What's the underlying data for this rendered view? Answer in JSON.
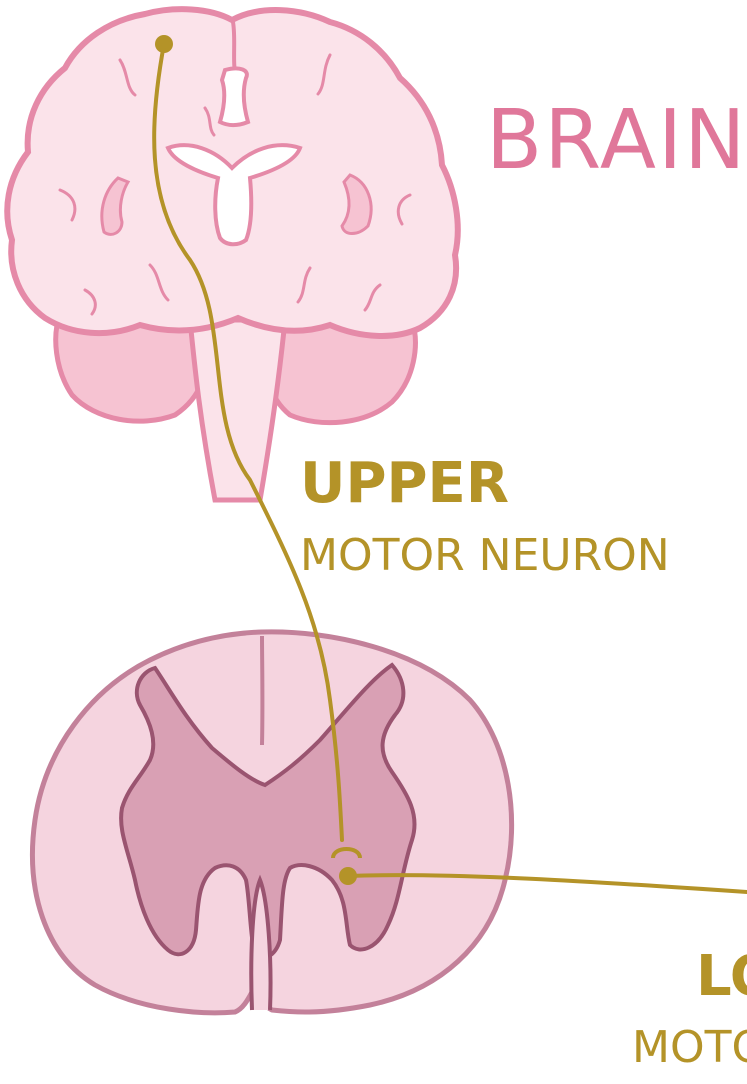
{
  "labels": {
    "brain": "BRAIN",
    "upper_title": "UPPER",
    "upper_sub": "MOTOR NEURON",
    "lower_title": "LO",
    "lower_sub": "MOTO"
  },
  "colors": {
    "brain_outline": "#e58aa8",
    "brain_fill": "#fbe3ea",
    "brain_inner": "#f6c3d2",
    "cord_outline": "#c3819a",
    "cord_fill": "#f5d4df",
    "gray_matter": "#d9a0b4",
    "gray_outline": "#9a5470",
    "neuron": "#b49328",
    "brain_label": "#e0779a",
    "neuron_label": "#b49328"
  }
}
